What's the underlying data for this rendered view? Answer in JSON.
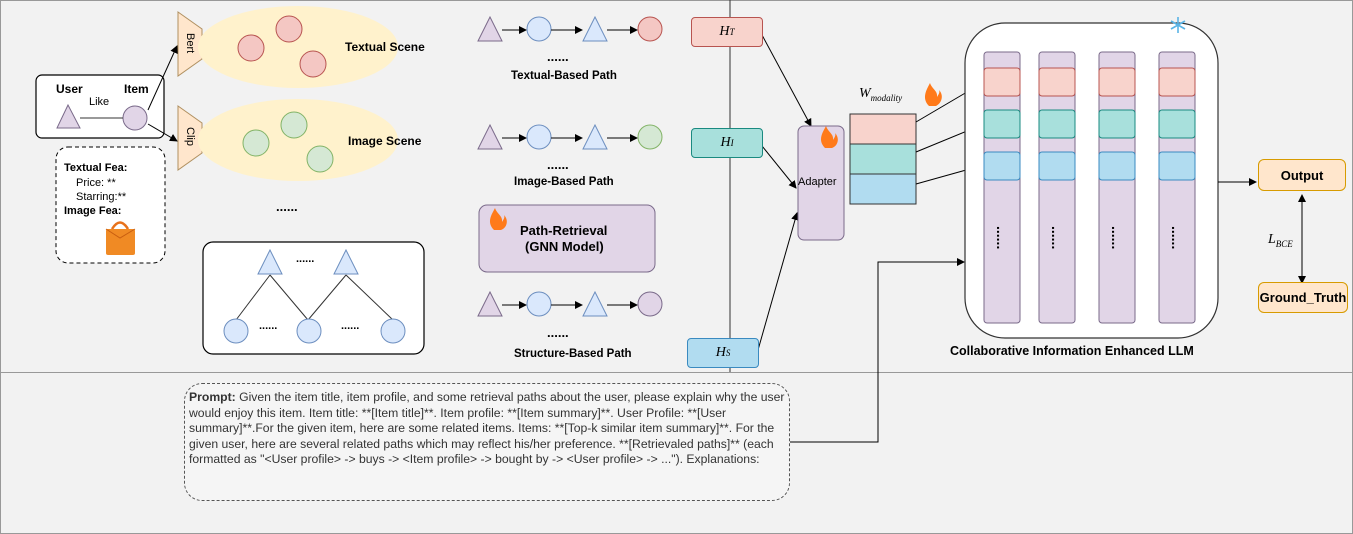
{
  "scenes": {
    "textual_scene": "Textual Scene",
    "image_scene": "Image Scene",
    "bert": "Bert",
    "clip": "Clip",
    "dots": "......"
  },
  "user_item": {
    "user": "User",
    "item": "Item",
    "like": "Like"
  },
  "features": {
    "textual_fea": "Textual Fea:",
    "price": "Price: **",
    "starring": "Starring:**",
    "image_fea": "Image Fea:"
  },
  "graph": {
    "dots": "......"
  },
  "paths": {
    "textual": "Textual-Based Path",
    "image": "Image-Based Path",
    "structure": "Structure-Based Path",
    "dots": "......"
  },
  "retrieval": {
    "line1": "Path-Retrieval",
    "line2": "(GNN Model)"
  },
  "embeddings": {
    "h_t": "H",
    "h_t_sub": "T",
    "h_i": "H",
    "h_i_sub": "I",
    "h_s": "H",
    "h_s_sub": "S"
  },
  "adapter": "Adapter",
  "w_modality": "W",
  "w_modality_sub": "modality",
  "llm": {
    "title": "Collaborative Information Enhanced LLM",
    "dots": "......"
  },
  "output": {
    "output": "Output",
    "loss": "L",
    "loss_sub": "BCE",
    "ground_truth": "Ground_Truth"
  },
  "prompt": {
    "label": "Prompt:",
    "text": " Given the item title, item profile, and some retrieval paths about the user, please explain why the user would enjoy this item. Item title: **[Item title]**. Item profile: **[Item summary]**. User Profile: **[User summary]**.For the given item, here are some related items. Items: **[Top-k similar item summary]**. For the given user, here are several related paths which may reflect his/her preference. **[Retrievaled paths]** (each formatted as \"<User profile> -> buys -> <Item profile> -> bought by -> <User profile> -> ...\"). Explanations:"
  },
  "colors": {
    "background": "#f2f2f2",
    "red_node": "#f4c7c3",
    "green_node": "#d5e8d4",
    "blue_node": "#dae8fc",
    "purple": "#e1d5e7",
    "yellow_scene": "#fff2cc",
    "orange_box": "#ffe6cc"
  }
}
